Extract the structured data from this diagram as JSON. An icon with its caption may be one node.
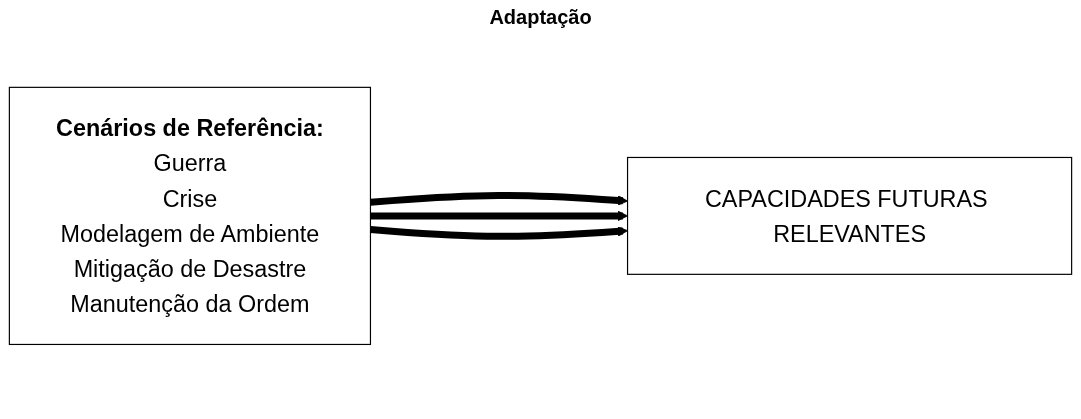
{
  "diagram": {
    "nodes": [
      {
        "text": [
          "Cenários de Referência:",
          "Guerra",
          "Crise",
          "Modelagem de Ambiente",
          "Mitigação de Desastre",
          "Manutenção da Ordem"
        ]
      },
      {
        "text": [
          "CAPACIDADES FUTURAS RELEVANTES"
        ]
      }
    ],
    "edges": [
      {
        "from": 0,
        "to": 1,
        "arrow": "to"
      },
      {
        "from": 0,
        "to": 1,
        "arrow": "to"
      },
      {
        "from": 0,
        "to": 1,
        "arrow": "to"
      }
    ],
    "labels": [
      "Adaptação"
    ]
  }
}
